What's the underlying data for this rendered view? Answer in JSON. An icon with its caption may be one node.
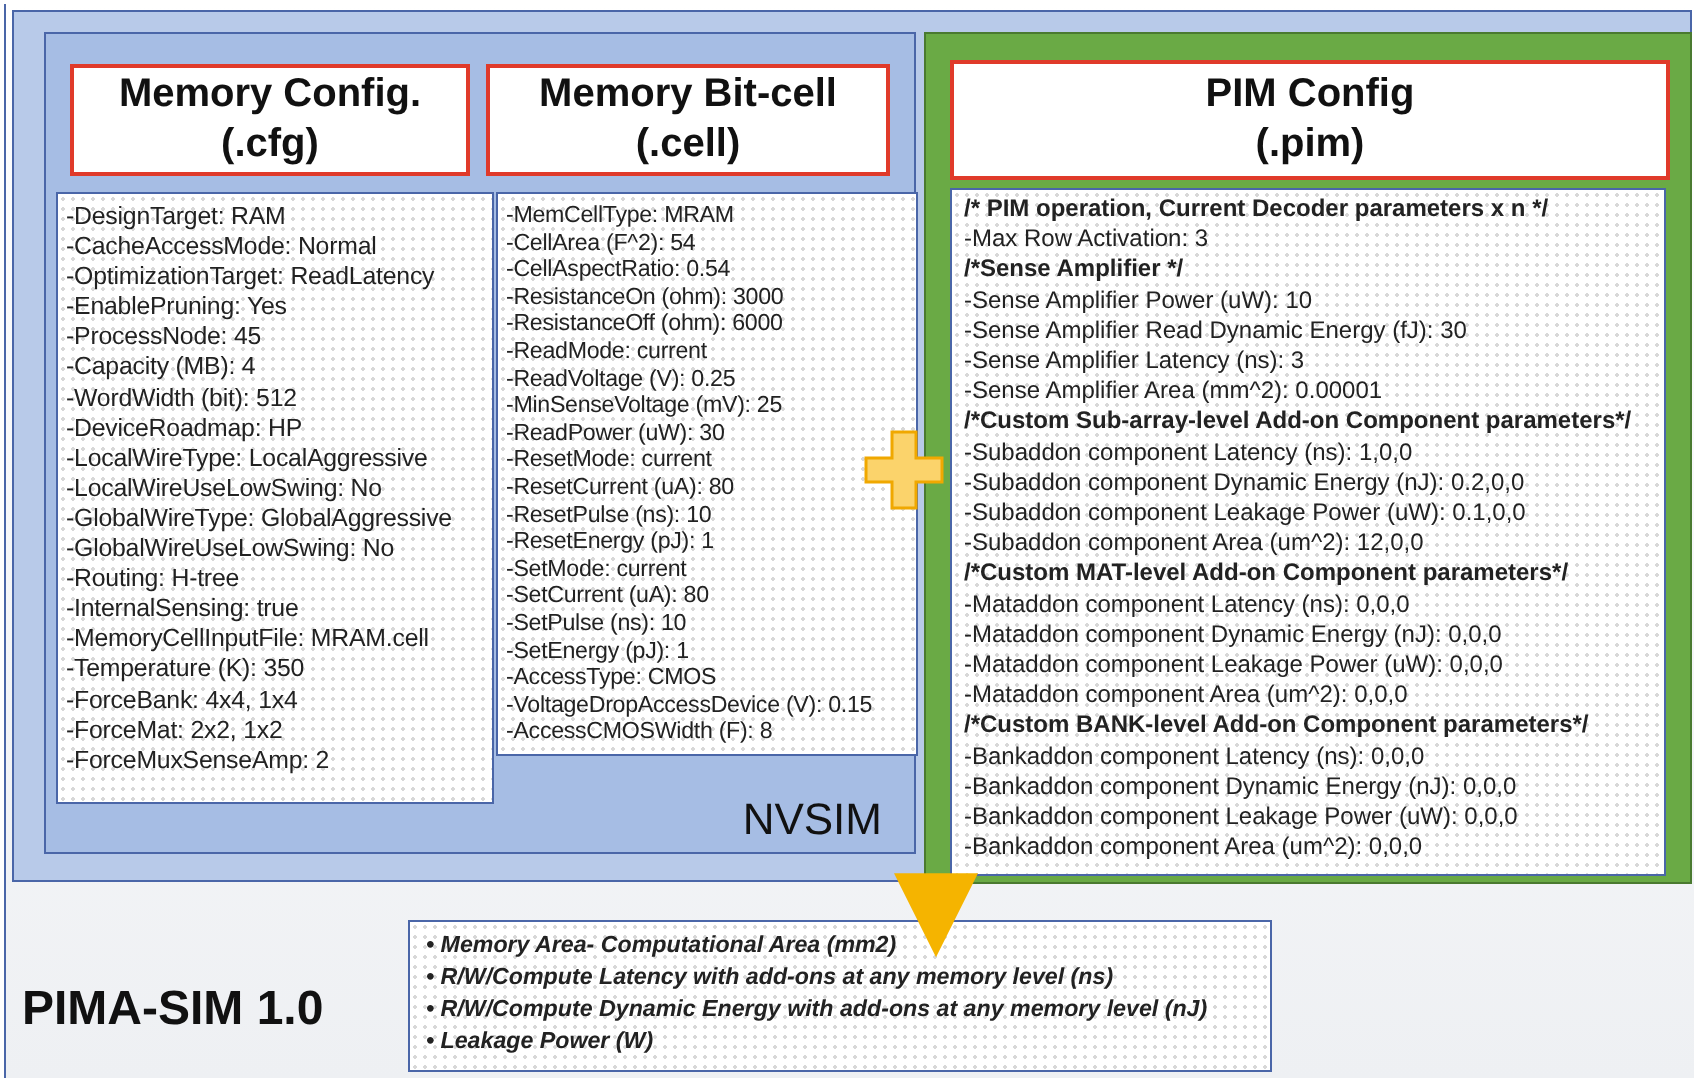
{
  "diagram": {
    "nodes": [
      {
        "text": [
          "PIMA-SIM 1.0"
        ]
      },
      {
        "text": [],
        "shape": "box",
        "in": 0
      },
      {
        "text": [
          "NVSIM"
        ],
        "in": 1
      },
      {
        "text": [
          "Memory Config. (.cfg)"
        ],
        "in": 2
      },
      {
        "text": [
          "-DesignTarget: RAM",
          "-CacheAccessMode: Normal",
          "-OptimizationTarget: ReadLatency",
          "-EnablePruning: Yes",
          "-ProcessNode: 45",
          "-Capacity (MB): 4",
          "-WordWidth (bit): 512",
          "-DeviceRoadmap: HP",
          "-LocalWireType: LocalAggressive",
          "-LocalWireUseLowSwing: No",
          "-GlobalWireType: GlobalAggressive",
          "-GlobalWireUseLowSwing: No",
          "-Routing: H-tree",
          "-InternalSensing: true",
          "-MemoryCellInputFile: MRAM.cell",
          "-Temperature (K): 350",
          "-ForceBank: 4x4, 1x4",
          "-ForceMat: 2x2, 1x2",
          "-ForceMuxSenseAmp: 2"
        ],
        "in": 2
      },
      {
        "text": [
          "Memory Bit-cell (.cell)"
        ],
        "in": 2
      },
      {
        "text": [
          "-MemCellType: MRAM",
          "-CellArea (F^2): 54",
          "-CellAspectRatio: 0.54",
          "-ResistanceOn (ohm): 3000",
          "-ResistanceOff (ohm): 6000",
          "-ReadMode: current",
          "-ReadVoltage (V): 0.25",
          "-MinSenseVoltage (mV): 25",
          "-ReadPower (uW): 30",
          "-ResetMode: current",
          "-ResetCurrent (uA): 80",
          "-ResetPulse (ns): 10",
          "-ResetEnergy (pJ): 1",
          "-SetMode: current",
          "-SetCurrent (uA): 80",
          "-SetPulse (ns): 10",
          "-SetEnergy (pJ): 1",
          "-AccessType: CMOS",
          "-VoltageDropAccessDevice (V): 0.15",
          "-AccessCMOSWidth (F): 8"
        ],
        "in": 2
      },
      {
        "text": [],
        "shape": "box",
        "in": 1
      },
      {
        "text": [
          "PIM Config (.pim)"
        ],
        "in": 7
      },
      {
        "text": [],
        "shape": "box",
        "in": 7
      },
      {
        "text": [
          "/* PIM operation, Current Decoder parameters x n */",
          "-Max Row Activation:  3"
        ],
        "in": 9
      },
      {
        "text": [
          "/*Sense Amplifier */",
          "-Sense Amplifier Power (uW): 10",
          "-Sense Amplifier Read Dynamic Energy (fJ): 30",
          "-Sense Amplifier Latency (ns):  3",
          "-Sense Amplifier Area (mm^2):  0.00001"
        ],
        "in": 9
      },
      {
        "text": [
          "/*Custom Sub-array-level Add-on Component parameters*/",
          "-Subaddon component Latency (ns): 1,0,0",
          "-Subaddon component Dynamic Energy (nJ):  0.2,0,0",
          "-Subaddon component Leakage Power (uW): 0.1,0,0",
          "-Subaddon component  Area (um^2):  12,0,0"
        ],
        "in": 9
      },
      {
        "text": [
          "/*Custom MAT-level Add-on Component parameters*/",
          "-Mataddon component Latency (ns): 0,0,0",
          "-Mataddon component Dynamic Energy (nJ): 0,0,0",
          "-Mataddon component Leakage Power (uW): 0,0,0",
          "-Mataddon component Area (um^2): 0,0,0"
        ],
        "in": 9
      },
      {
        "text": [
          "/*Custom BANK-level Add-on Component parameters*/",
          "-Bankaddon component Latency (ns): 0,0,0",
          "-Bankaddon component Dynamic Energy (nJ): 0,0,0",
          "-Bankaddon component Leakage Power (uW): 0,0,0",
          "-Bankaddon component Area (um^2): 0,0,0"
        ],
        "in": 9
      },
      {
        "text": [
          "• Memory Area- Computational Area (mm2)",
          "• R/W/Compute Latency with add-ons at any memory level (ns)",
          "• R/W/Compute Dynamic Energy with add-ons at any memory level (nJ)",
          "• Leakage Power (W)"
        ],
        "in": 0
      }
    ],
    "edges": [
      {
        "from": 7,
        "to": 15,
        "arrow": "to"
      }
    ]
  }
}
